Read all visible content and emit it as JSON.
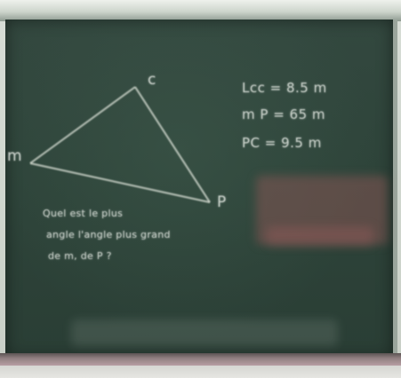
{
  "scene": {
    "board_color": "#2e443a",
    "chalk_color": "#e9eee7",
    "smudge_red": "#9a5a5a"
  },
  "triangle": {
    "vertex_a": "m",
    "vertex_b": "c",
    "vertex_c": "P"
  },
  "measurements": [
    "Lcc = 8.5 m",
    "m P = 65 m",
    "PC = 9.5 m"
  ],
  "question": [
    "Quel est le plus",
    "angle l'angle plus grand",
    "de m, de P ?"
  ]
}
